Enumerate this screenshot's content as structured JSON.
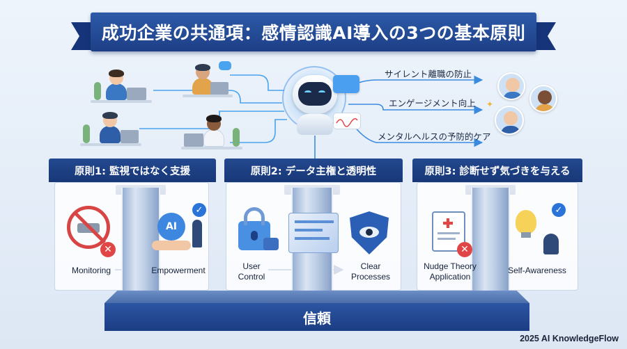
{
  "title": "成功企業の共通項：感情認識AI導入の3つの基本原則",
  "benefits": [
    {
      "label": "サイレント離職の防止"
    },
    {
      "label": "エンゲージメント向上"
    },
    {
      "label": "メンタルヘルスの予防的ケア"
    }
  ],
  "principles": [
    {
      "header": "原則1: 監視ではなく支援",
      "from_label": "Monitoring",
      "to_label": "Empowerment",
      "ai_badge": "AI"
    },
    {
      "header": "原則2: データ主権と透明性",
      "from_label_line1": "User",
      "from_label_line2": "Control",
      "to_label_line1": "Clear",
      "to_label_line2": "Processes"
    },
    {
      "header": "原則3: 診断せず気づきを与える",
      "from_label_line1": "Nudge Theory",
      "from_label_line2": "Application",
      "to_label": "Self-Awareness"
    }
  ],
  "foundation": "信頼",
  "copyright": "2025 AI KnowledgeFlow",
  "colors": {
    "navy": "#1d3f86",
    "accent_blue": "#2a73d8",
    "alert_red": "#e14646",
    "background": "#e8f0f9"
  },
  "icons": [
    "robot-icon",
    "prohibited-camera-icon",
    "handshake-icon",
    "padlock-icon",
    "data-cube-icon",
    "shield-eye-icon",
    "clipboard-icon",
    "lightbulb-icon",
    "check-icon",
    "cross-icon"
  ]
}
